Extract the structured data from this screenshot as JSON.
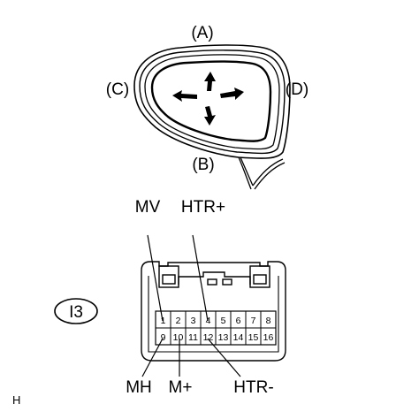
{
  "mirror": {
    "directions": {
      "up": "(A)",
      "down": "(B)",
      "left": "(C)",
      "right": "(D)"
    }
  },
  "wire_labels": {
    "top_left": "MV",
    "top_right": "HTR+",
    "bottom_left": "MH",
    "bottom_mid": "M+",
    "bottom_right": "HTR-"
  },
  "connector": {
    "id": "I3",
    "pins_top": [
      "1",
      "2",
      "3",
      "4",
      "5",
      "6",
      "7",
      "8"
    ],
    "pins_bottom": [
      "9",
      "10",
      "11",
      "12",
      "13",
      "14",
      "15",
      "16"
    ]
  },
  "footer_code": "H"
}
